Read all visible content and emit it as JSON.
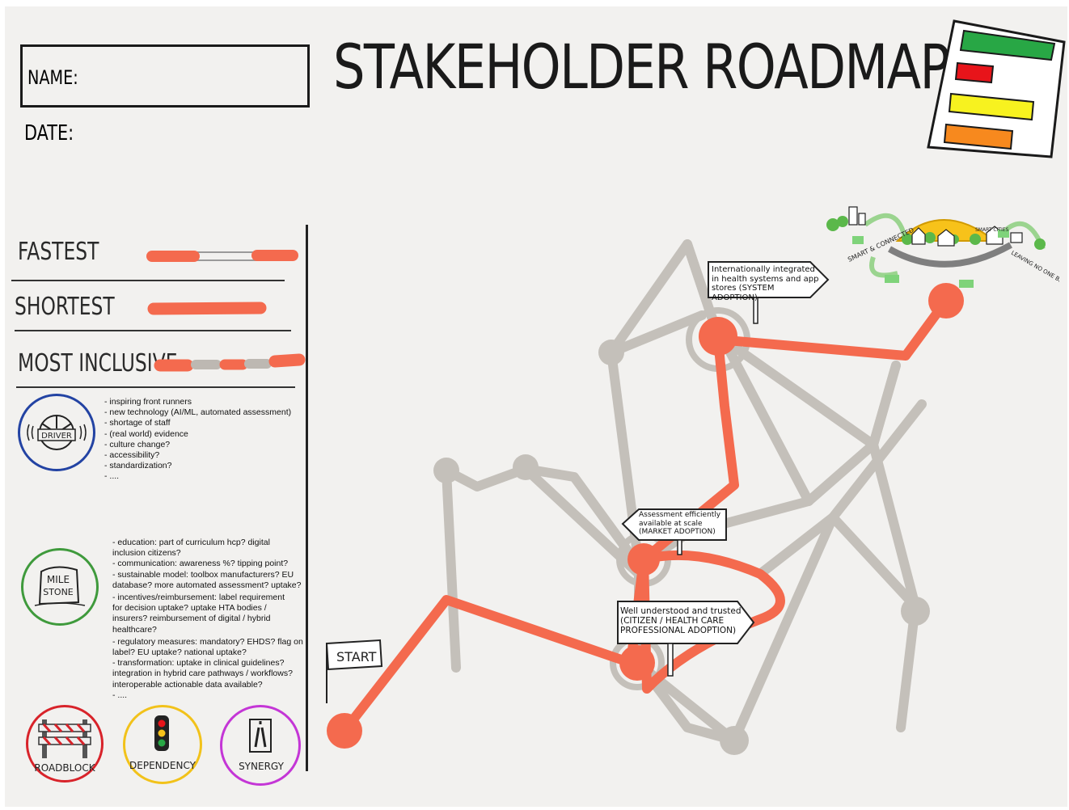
{
  "header": {
    "title": "STAKEHOLDER ROADMAP",
    "name_label": "NAME:",
    "date_label": "DATE:"
  },
  "legend": {
    "fastest": "FASTEST",
    "shortest": "SHORTEST",
    "most_inclusive": "MOST INCLUSIVE"
  },
  "driver": {
    "label": "DRIVER",
    "items": [
      "- inspiring front runners",
      "- new technology (AI/ML, automated assessment)",
      "- shortage of staff",
      "- (real world) evidence",
      "- culture change?",
      "- accessibility?",
      "- standardization?",
      "- ...."
    ]
  },
  "milestone": {
    "label_line1": "MILE",
    "label_line2": "STONE",
    "items": [
      "- education: part of curriculum hcp? digital",
      "inclusion citizens?",
      "- communication: awareness %? tipping point?",
      "- sustainable model: toolbox manufacturers? EU",
      "database? more automated assessment? uptake?",
      "- incentives/reimbursement: label requirement",
      "for decision uptake? uptake HTA bodies /",
      "insurers? reimbursement of digital / hybrid",
      "healthcare?",
      "- regulatory measures: mandatory? EHDS? flag on",
      "label? EU uptake? national uptake?",
      "- transformation: uptake in clinical guidelines?",
      "integration in hybrid care pathways / workflows?",
      "interoperable actionable data available?",
      "- ...."
    ]
  },
  "icons": {
    "roadblock": "ROADBLOCK",
    "dependency": "DEPENDENCY",
    "synergy": "SYNERGY"
  },
  "map": {
    "start": "START",
    "sign_system": "Internationally integrated in health systems and app stores (SYSTEM ADOPTION)",
    "sign_market": "Assessment efficiently available at scale (MARKET ADOPTION)",
    "sign_citizen": "Well understood and trusted (CITIZEN / HEALTH CARE PROFESSIONAL ADOPTION)",
    "village_left": "SMART & CONNECTED",
    "village_right": "LEAVING NO ONE BEHIND",
    "village_small": "SMART CITIES"
  },
  "colors": {
    "route": "#f46a4e",
    "road": "#c4c0ba",
    "driver_ring": "#2343a3",
    "milestone_ring": "#3f9a3c",
    "roadblock_ring": "#d8232a",
    "dependency_ring": "#f2c21a",
    "synergy_ring": "#c436d6",
    "status_green": "#28a745",
    "status_red": "#e8141a",
    "status_yellow": "#f7f21f",
    "status_orange": "#f7891e"
  }
}
